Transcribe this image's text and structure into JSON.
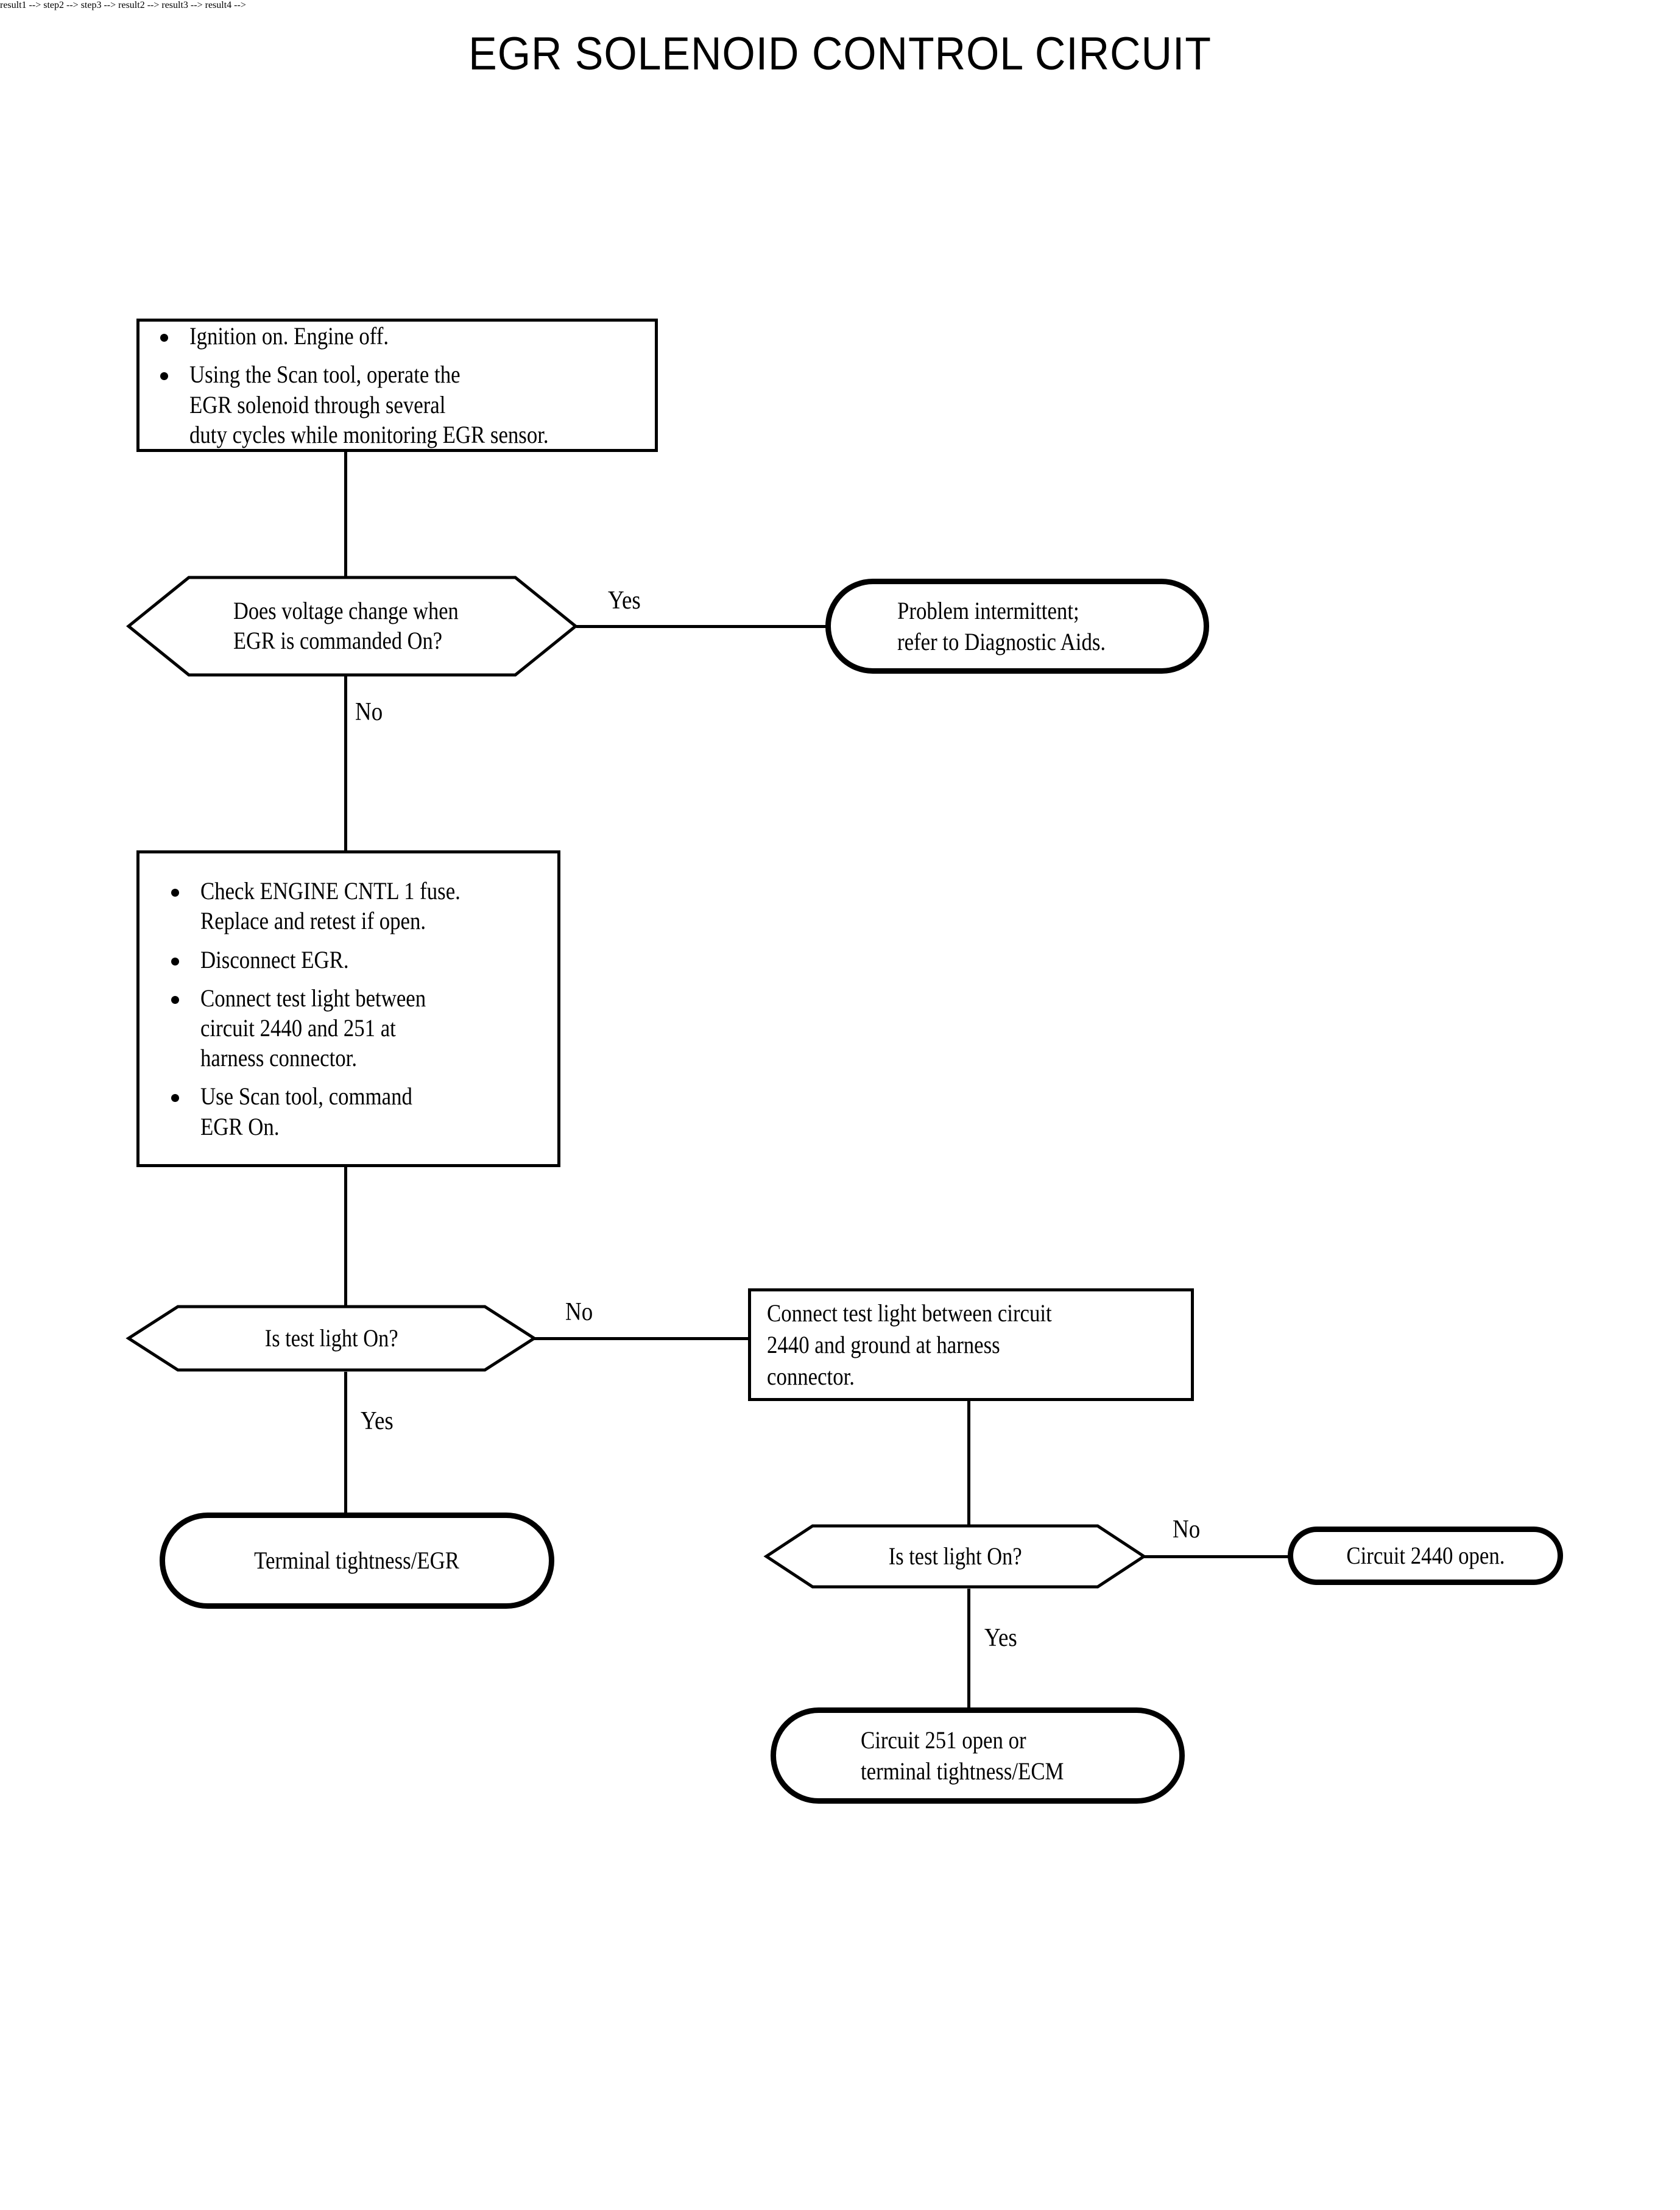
{
  "title": "EGR SOLENOID CONTROL CIRCUIT",
  "chart_data": {
    "type": "flowchart",
    "title": "EGR SOLENOID CONTROL CIRCUIT",
    "orientation": "top-down",
    "node_shapes": {
      "process": "rectangle",
      "decision": "elongated-hexagon",
      "terminator": "stadium-rounded-thick"
    },
    "nodes": [
      {
        "id": "n1",
        "shape": "process",
        "text": "Ignition on. Engine off. | Using the Scan tool, operate the EGR solenoid through several duty cycles while monitoring EGR sensor."
      },
      {
        "id": "d1",
        "shape": "decision",
        "text": "Does voltage change when EGR is commanded On?"
      },
      {
        "id": "t1",
        "shape": "terminator",
        "text": "Problem intermittent; refer to Diagnostic Aids."
      },
      {
        "id": "n2",
        "shape": "process",
        "text": "Check ENGINE CNTL 1 fuse. Replace and retest if open. | Disconnect EGR. | Connect test light between circuit 2440 and 251 at harness connector. | Use Scan tool, command EGR On."
      },
      {
        "id": "d2",
        "shape": "decision",
        "text": "Is test light On?"
      },
      {
        "id": "n3",
        "shape": "process",
        "text": "Connect test light between circuit 2440 and ground at harness connector."
      },
      {
        "id": "t2",
        "shape": "terminator",
        "text": "Terminal tightness/EGR"
      },
      {
        "id": "d3",
        "shape": "decision",
        "text": "Is test light On?"
      },
      {
        "id": "t3",
        "shape": "terminator",
        "text": "Circuit 2440 open."
      },
      {
        "id": "t4",
        "shape": "terminator",
        "text": "Circuit 251 open or terminal tightness/ECM"
      }
    ],
    "edges": [
      {
        "from": "n1",
        "to": "d1",
        "label": ""
      },
      {
        "from": "d1",
        "to": "t1",
        "label": "Yes"
      },
      {
        "from": "d1",
        "to": "n2",
        "label": "No"
      },
      {
        "from": "n2",
        "to": "d2",
        "label": ""
      },
      {
        "from": "d2",
        "to": "n3",
        "label": "No"
      },
      {
        "from": "d2",
        "to": "t2",
        "label": "Yes"
      },
      {
        "from": "n3",
        "to": "d3",
        "label": ""
      },
      {
        "from": "d3",
        "to": "t3",
        "label": "No"
      },
      {
        "from": "d3",
        "to": "t4",
        "label": "Yes"
      }
    ]
  },
  "nodes": {
    "step1": {
      "bullets": [
        "Ignition on. Engine off.",
        "Using the Scan tool, operate the\nEGR solenoid through several\nduty cycles while monitoring EGR sensor."
      ]
    },
    "decision1": {
      "text": "Does voltage change when\nEGR is commanded On?"
    },
    "result1": {
      "text": "Problem intermittent;\nrefer to Diagnostic Aids."
    },
    "step2": {
      "bullets": [
        "Check ENGINE CNTL 1 fuse.\nReplace and retest if open.",
        "Disconnect EGR.",
        "Connect test light between\ncircuit 2440 and 251 at\nharness connector.",
        "Use Scan tool, command\nEGR On."
      ]
    },
    "decision2": {
      "text": "Is test light On?"
    },
    "step3": {
      "text": "Connect test light between circuit\n2440 and ground at harness\nconnector."
    },
    "result2": {
      "text": "Terminal tightness/EGR"
    },
    "decision3": {
      "text": "Is test light On?"
    },
    "result3": {
      "text": "Circuit 2440 open."
    },
    "result4": {
      "text": "Circuit 251 open or\nterminal tightness/ECM"
    }
  },
  "edge_labels": {
    "d1_yes": "Yes",
    "d1_no": "No",
    "d2_no": "No",
    "d2_yes": "Yes",
    "d3_no": "No",
    "d3_yes": "Yes"
  },
  "colors": {
    "ink": "#000000",
    "paper": "#ffffff"
  }
}
